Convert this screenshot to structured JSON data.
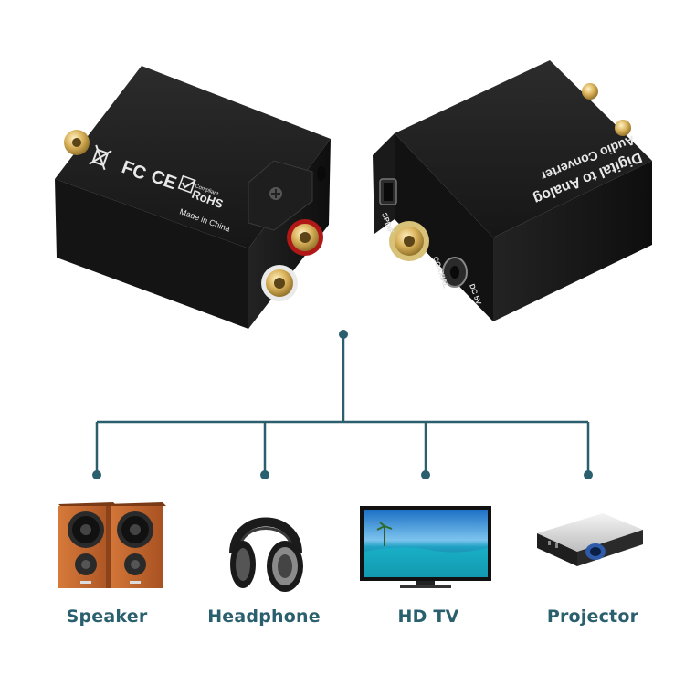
{
  "device_left": {
    "markings": {
      "fc": "FC",
      "ce": "CE",
      "rohs_top": "Compliant",
      "rohs": "RoHS",
      "origin": "Made in China"
    }
  },
  "device_right": {
    "title_line1": "Digital to Analog",
    "title_line2": "Audio Converter",
    "port_spdif": "SPDIF",
    "port_coaxial": "COAXIAL",
    "port_dc": "DC 5V"
  },
  "outputs": [
    {
      "label": "Speaker"
    },
    {
      "label": "Headphone"
    },
    {
      "label": "HD TV"
    },
    {
      "label": "Projector"
    }
  ],
  "colors": {
    "connector_line": "#2a5f6e",
    "label_text": "#2a5f6e",
    "device_body": "#1c1c1c",
    "gold": "#d9b15a",
    "speaker_wood": "#c0652e"
  }
}
